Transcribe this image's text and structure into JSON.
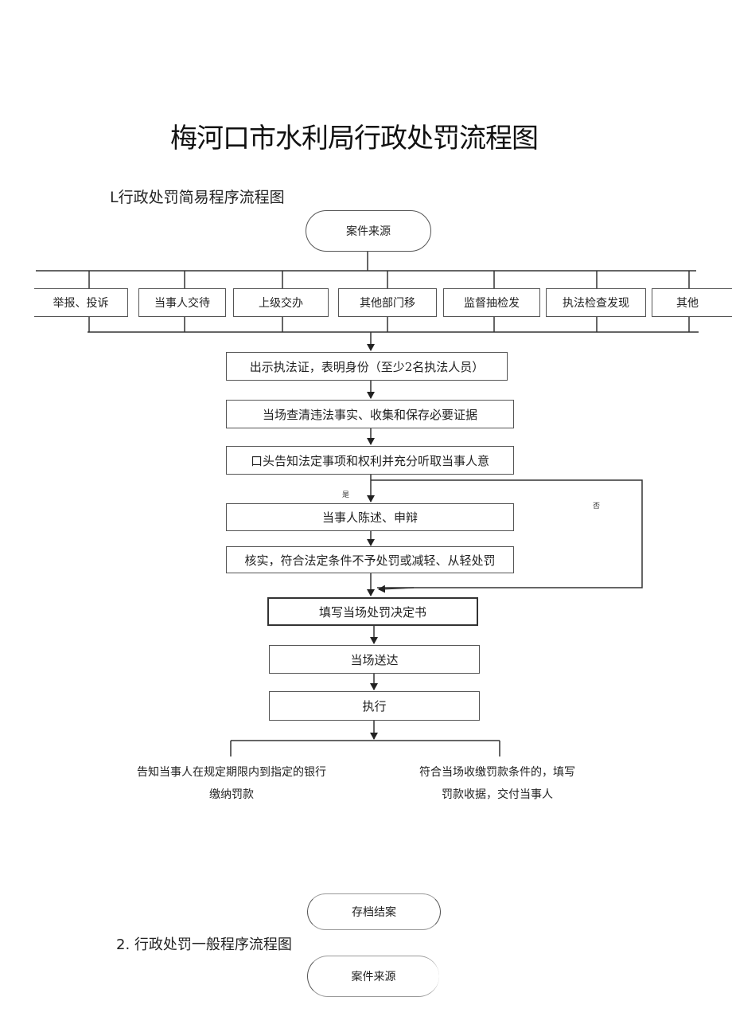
{
  "title": "梅河口市水利局行政处罚流程图",
  "section1": "L行政处罚简易程序流程图",
  "start": "案件来源",
  "sources": [
    "举报、投诉",
    "当事人交待",
    "上级交办",
    "其他部门移",
    "监督抽检发",
    "执法检查发现",
    "其他"
  ],
  "steps": {
    "show_credentials": "出示执法证，表明身份（至少2名执法人员）",
    "investigate": "当场查清违法事实、收集和保存必要证据",
    "inform": "口头告知法定事项和权利并充分听取当事人意",
    "statement": "当事人陈述、申辩",
    "verify": "核实，符合法定条件不予处罚或减轻、从轻处罚",
    "decision": "填写当场处罚决定书",
    "deliver": "当场送达",
    "execute": "执行"
  },
  "labels": {
    "yes": "是",
    "no": "否"
  },
  "outcomes": {
    "bank_line1": "告知当事人在规定期限内到指定的银行",
    "bank_line2": "缴纳罚款",
    "onsite_line1": "符合当场收缴罚款条件的，填写",
    "onsite_line2": "罚款收据，交付当事人"
  },
  "archive": "存档结案",
  "section2": "2. 行政处罚一般程序流程图",
  "start2": "案件来源"
}
